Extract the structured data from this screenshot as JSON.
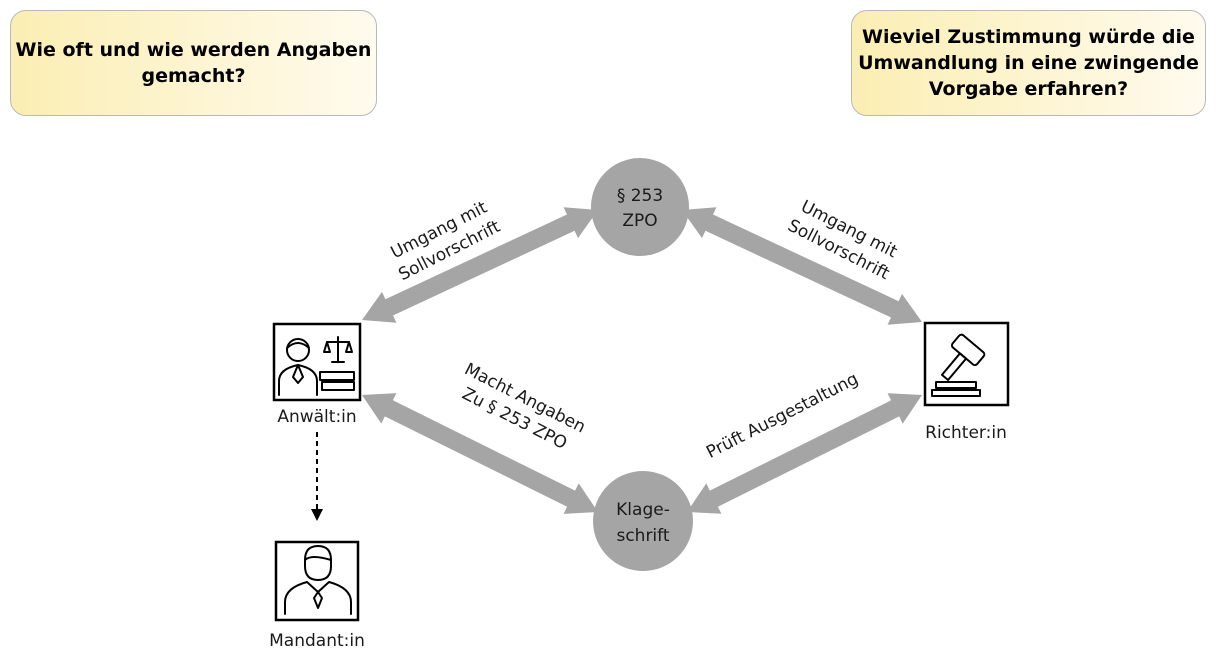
{
  "questions": {
    "left": "Wie oft und wie werden Angaben\ngemacht?",
    "right": "Wieviel Zustimmung würde die\nUmwandlung in eine zwingende\nVorgabe erfahren?"
  },
  "nodes": {
    "top": {
      "line1": "§ 253",
      "line2": "ZPO"
    },
    "bottom": {
      "line1": "Klage-",
      "line2": "schrift"
    }
  },
  "actors": {
    "lawyer": "Anwält:in",
    "judge": "Richter:in",
    "client": "Mandant:in"
  },
  "edges": {
    "lawyer_zpo": {
      "line1": "Umgang mit",
      "line2": "Sollvorschrift"
    },
    "judge_zpo": {
      "line1": "Umgang mit",
      "line2": "Sollvorschrift"
    },
    "lawyer_klage": {
      "line1": "Macht Angaben",
      "line2": "Zu § 253 ZPO"
    },
    "judge_klage": {
      "line1": "Prüft Ausgestaltung"
    }
  },
  "colors": {
    "arrow": "#a5a5a5",
    "node": "#a5a5a5",
    "box_gradient_start": "#fbeeb3",
    "box_gradient_end": "#fffbee",
    "box_border": "#b9b9b9"
  },
  "icons": [
    "lawyer-icon",
    "judge-gavel-icon",
    "client-icon",
    "scales-icon",
    "books-icon"
  ]
}
